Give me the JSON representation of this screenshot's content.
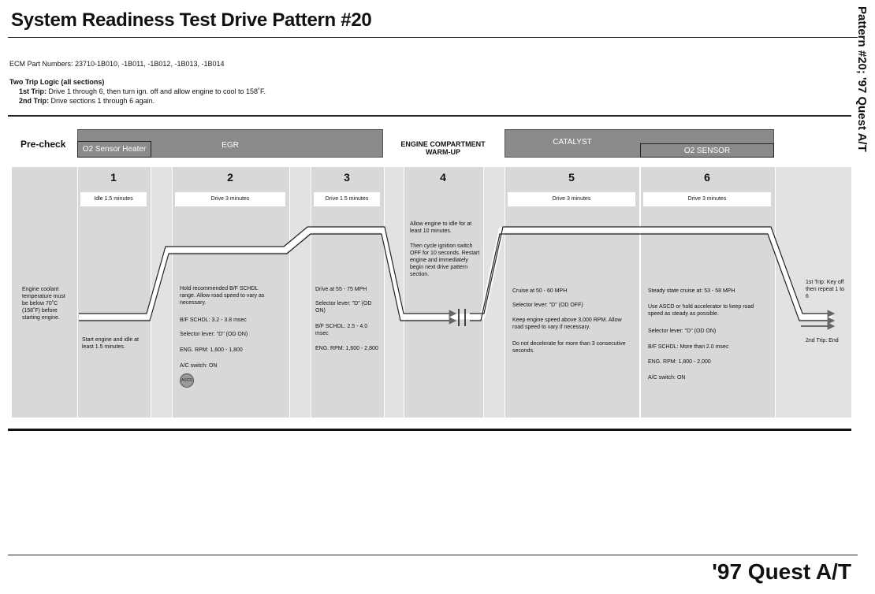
{
  "title": "System Readiness Test Drive Pattern #20",
  "side_label": "Pattern #20; '97 Quest A/T",
  "ecm_line": "ECM Part Numbers:  23710-1B010, -1B011, -1B012, -1B013, -1B014",
  "trip_heading": "Two Trip Logic (all sections)",
  "trip1_label": "1st Trip:",
  "trip1_text": "Drive 1 through 6, then turn ign. off and allow engine to cool to 158˚F.",
  "trip2_label": "2nd Trip:",
  "trip2_text": "Drive sections 1 through 6 again.",
  "diagram": {
    "precheck": "Pre-check",
    "o2_heater": "O2 Sensor Heater",
    "egr": "EGR",
    "warmup": "ENGINE COMPARTMENT WARM-UP",
    "catalyst": "CATALYST",
    "o2_sensor": "O2 SENSOR",
    "sections": [
      "1",
      "2",
      "3",
      "4",
      "5",
      "6"
    ],
    "durations": [
      "Idle 1.5 minutes",
      "Drive 3 minutes",
      "Drive 1.5 minutes",
      "Drive 3 minutes",
      "Drive 3 minutes"
    ],
    "precheck_note": "Engine coolant temperature must be below 70˚C (158˚F) before starting engine.",
    "s1_note": "Start engine and idle at least 1.5 minutes.",
    "s2_note1": "Hold recommended B/F SCHDL range.  Allow road speed to vary as necessary.",
    "s2_note2": "B/F SCHDL:  3.2 - 3.8 msec",
    "s2_note3": "Selector lever:  \"D\" (OD ON)",
    "s2_note4": "ENG. RPM:  1,600 - 1,800",
    "s2_note5": "A/C switch:  ON",
    "ascd_badge": "ASCD",
    "s3_note1": "Drive at 55 - 75 MPH",
    "s3_note2": "Selector lever: \"D\" (OD ON)",
    "s3_note3": "B/F SCHDL: 2.5 - 4.0 msec",
    "s3_note4": "ENG. RPM: 1,600 - 2,800",
    "s4_note1": "Allow engine to idle for at least 10 minutes.",
    "s4_note2": "Then cycle ignition switch OFF for 10 seconds. Restart engine and immediately begin next drive pattern section.",
    "s5_note1": "Cruise at 50 - 60 MPH",
    "s5_note2": "Selector lever:  \"D\" (OD OFF)",
    "s5_note3": "Keep engine speed above 3,000 RPM. Allow road speed to vary if necessary.",
    "s5_note4": "Do not decelerate for more than 3 consecutive seconds.",
    "s6_note1": "Steady state cruise at:  53 - 58 MPH",
    "s6_note2": "Use ASCD or hold accelerator to keep road speed as steady as possible.",
    "s6_note3": "Selector lever:  \"D\" (OD ON)",
    "s6_note4": "B/F SCHDL:  More than 2.0 msec",
    "s6_note5": "ENG. RPM:  1,800 - 2,000",
    "s6_note6": "A/C switch:  ON",
    "end_note1": "1st Trip: Key off then repeat 1 to 6",
    "end_note2": "2nd Trip: End"
  },
  "footer": "'97 Quest A/T"
}
